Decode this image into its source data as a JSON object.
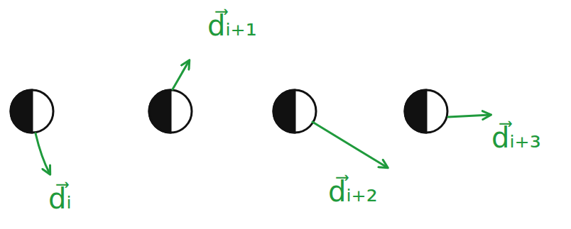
{
  "diagram": {
    "labels": [
      "d⃗ᵢ",
      "d⃗ᵢ₊₁",
      "d⃗ᵢ₊₂",
      "d⃗ᵢ₊₃"
    ]
  }
}
